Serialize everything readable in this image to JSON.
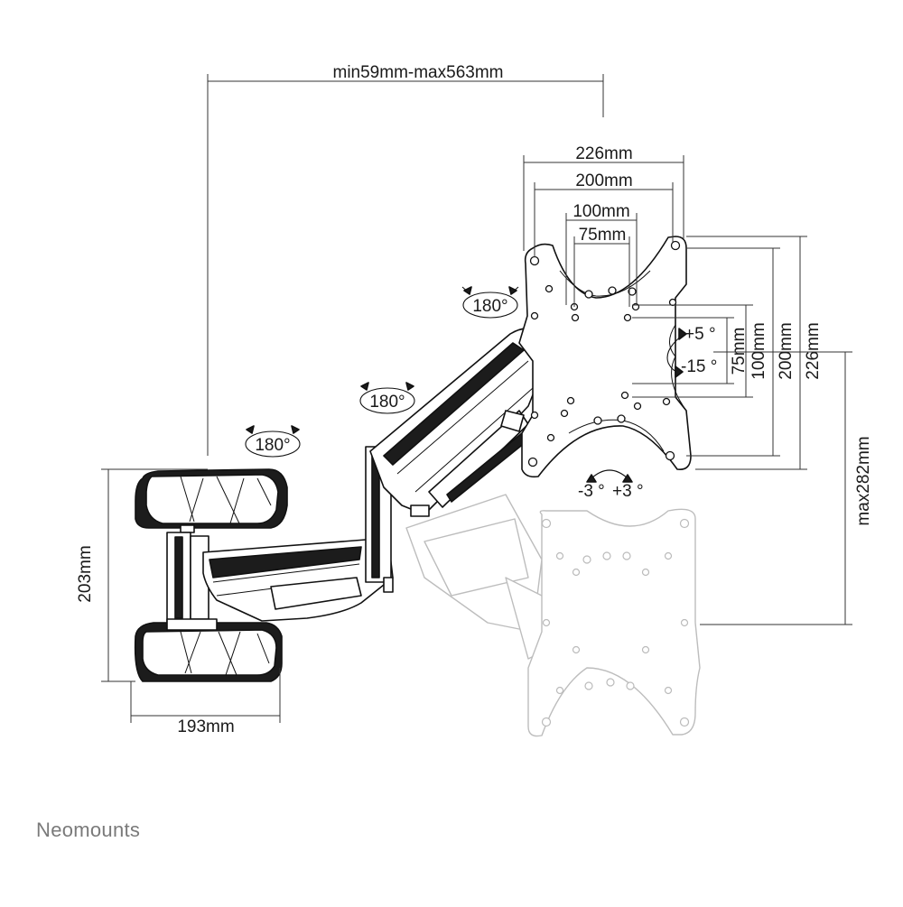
{
  "dimensions": {
    "reach": "min59mm-max563mm",
    "vesa_w_226": "226mm",
    "vesa_w_200": "200mm",
    "vesa_w_100": "100mm",
    "vesa_w_75": "75mm",
    "vesa_h_75": "75mm",
    "vesa_h_100": "100mm",
    "vesa_h_200": "200mm",
    "vesa_h_226": "226mm",
    "height_adjust": "max282mm",
    "wall_plate_height": "203mm",
    "wall_plate_width": "193mm"
  },
  "angles": {
    "swivel_1": "180°",
    "swivel_2": "180°",
    "swivel_3": "180°",
    "tilt_up": "+5 °",
    "tilt_down": "-15 °",
    "rotate_ccw": "-3 °",
    "rotate_cw": "+3 °"
  },
  "brand": "Neomounts",
  "colors": {
    "line": "#111111",
    "ghost": "#bdbdbd",
    "brand": "#7a7a7a"
  }
}
